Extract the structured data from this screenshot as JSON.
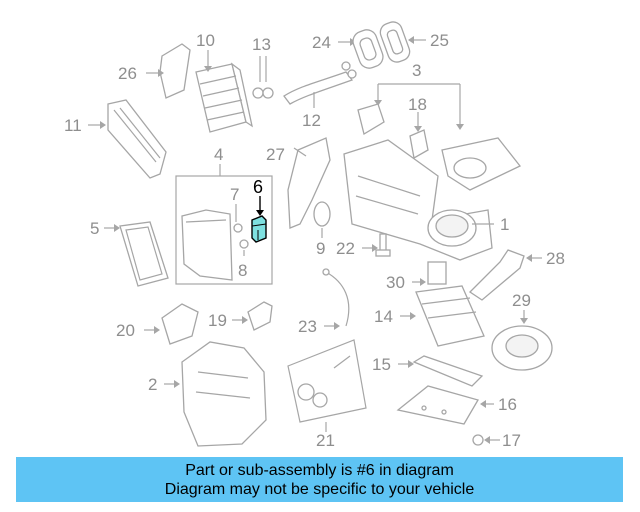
{
  "diagram": {
    "callouts": {
      "c1": "1",
      "c2": "2",
      "c3": "3",
      "c4": "4",
      "c5": "5",
      "c6": "6",
      "c7": "7",
      "c8": "8",
      "c9": "9",
      "c10": "10",
      "c11": "11",
      "c12": "12",
      "c13": "13",
      "c14": "14",
      "c15": "15",
      "c16": "16",
      "c17": "17",
      "c18": "18",
      "c19": "19",
      "c20": "20",
      "c21": "21",
      "c22": "22",
      "c23": "23",
      "c24": "24",
      "c25": "25",
      "c26": "26",
      "c27": "27",
      "c28": "28",
      "c29": "29",
      "c30": "30"
    },
    "highlighted_part": "6",
    "highlight_color": "#7ee0e0"
  },
  "banner": {
    "line1": "Part or sub-assembly is #6 in diagram",
    "line2": "Diagram may not be specific to your vehicle",
    "background": "#5ec4f4"
  }
}
